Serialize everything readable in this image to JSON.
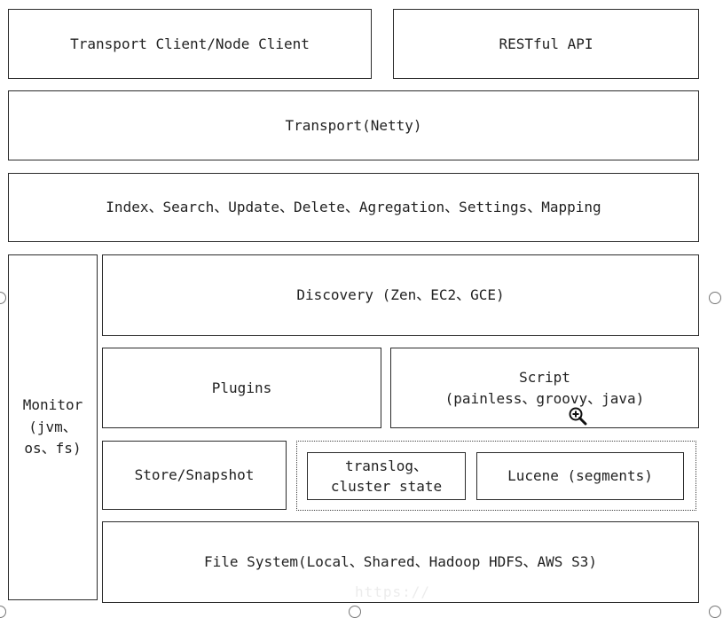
{
  "diagram": {
    "transport_client": "Transport Client/Node Client",
    "restful_api": "RESTful API",
    "transport": "Transport(Netty)",
    "operations": "Index、Search、Update、Delete、Agregation、Settings、Mapping",
    "monitor": "Monitor\n(jvm、\nos、fs)",
    "discovery": "Discovery (Zen、EC2、GCE)",
    "plugins": "Plugins",
    "script": "Script\n(painless、groovy、java)",
    "store_snapshot": "Store/Snapshot",
    "translog": "translog、\ncluster state",
    "lucene": "Lucene (segments)",
    "file_system": "File System(Local、Shared、Hadoop HDFS、AWS S3)"
  },
  "overlay": {
    "cursor_icon": "zoom-in-cursor-icon",
    "watermark": "https://"
  }
}
